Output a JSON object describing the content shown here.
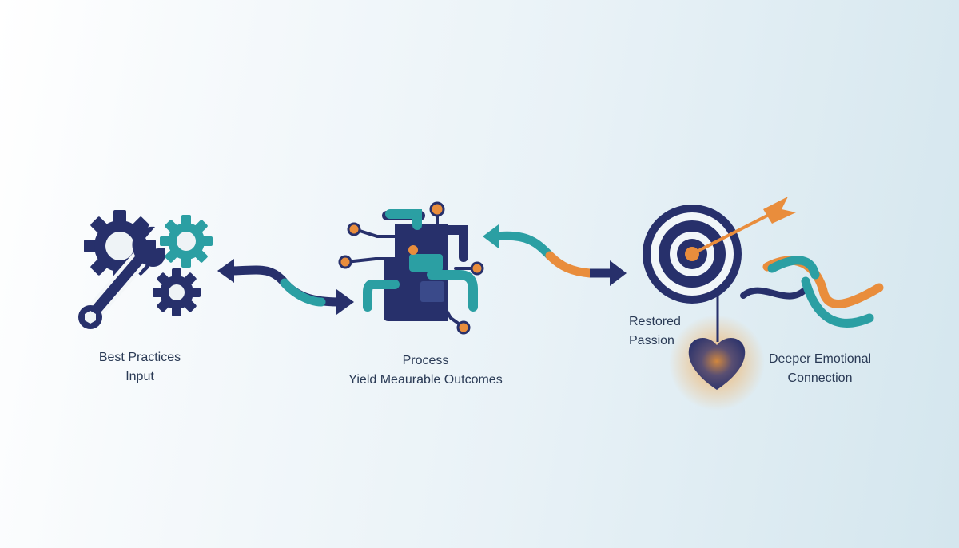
{
  "colors": {
    "navy": "#27306b",
    "teal": "#2b9fa3",
    "orange": "#e98d3c",
    "text": "#2a3a55"
  },
  "steps": [
    {
      "id": "input",
      "line1": "Best Practices",
      "line2": "Input",
      "icon": "gears-wrench-icon"
    },
    {
      "id": "process",
      "line1": "Process",
      "line2": "Yield Meaurable Outcomes",
      "icon": "circuit-chip-icon"
    },
    {
      "id": "passion",
      "line1": "Restored",
      "line2": "Passion",
      "icon": "target-arrow-icon"
    },
    {
      "id": "connection",
      "line1": "Deeper Emotional",
      "line2": "Connection",
      "icon": "heart-wave-icon"
    }
  ]
}
